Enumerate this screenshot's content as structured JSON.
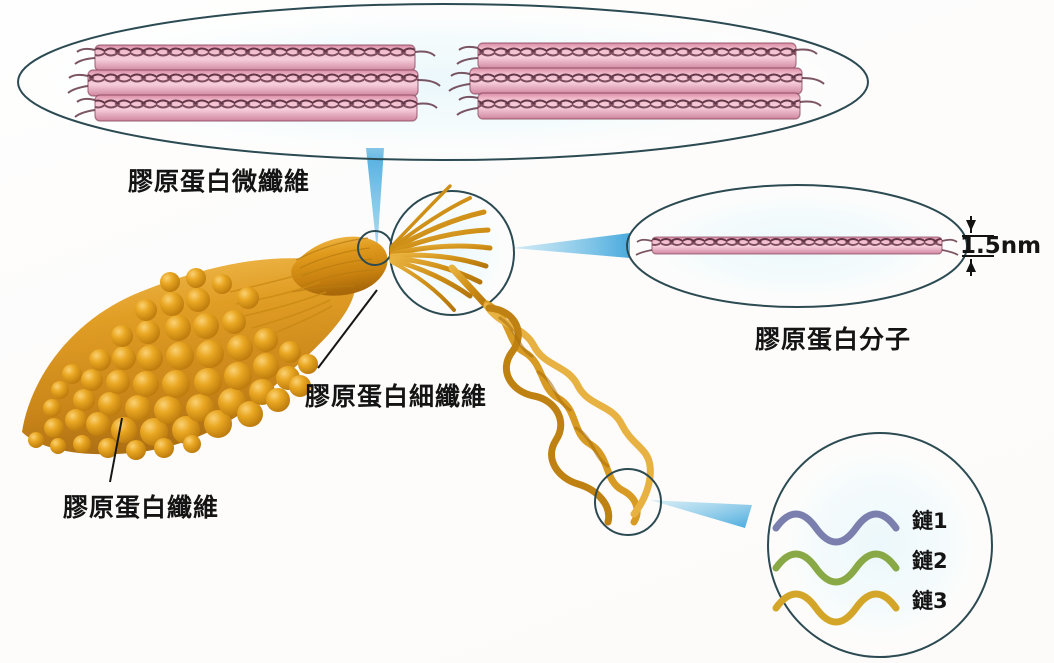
{
  "diagram": {
    "title": "Collagen hierarchical structure",
    "background_color": "#fdfcfb"
  },
  "labels": {
    "microfibril": "膠原蛋白微纖維",
    "fibril": "膠原蛋白細纖維",
    "fiber": "膠原蛋白纖維",
    "molecule": "膠原蛋白分子",
    "dimension": "1.5nm"
  },
  "chains": [
    {
      "label": "鏈1",
      "color": "#7b7fae"
    },
    {
      "label": "鏈2",
      "color": "#88a945"
    },
    {
      "label": "鏈3",
      "color": "#d3a529"
    }
  ],
  "colors": {
    "outline": "#2b4a52",
    "connector_blue": "#45a9dd",
    "rod_fill": "#e9a9bc",
    "rod_weave": "#4a2030",
    "fiber_gold": "#d8921a",
    "fiber_gold_light": "#f0b947",
    "leader_line": "#1a1a1a",
    "glow": "#dff0f6"
  },
  "callouts": [
    {
      "name": "microfibril-ellipse",
      "shape": "ellipse",
      "content": "six-collagen-rods"
    },
    {
      "name": "molecule-ellipse",
      "shape": "ellipse",
      "content": "single-collagen-rod"
    },
    {
      "name": "fibril-circle",
      "shape": "circle",
      "content": "splayed-strands"
    },
    {
      "name": "chains-circle",
      "shape": "circle",
      "content": "three-wavy-chains"
    },
    {
      "name": "helix-marker-circle",
      "shape": "circle",
      "content": "triple-helix-braid"
    },
    {
      "name": "neck-marker-circle",
      "shape": "circle",
      "content": "fiber-neck"
    }
  ]
}
